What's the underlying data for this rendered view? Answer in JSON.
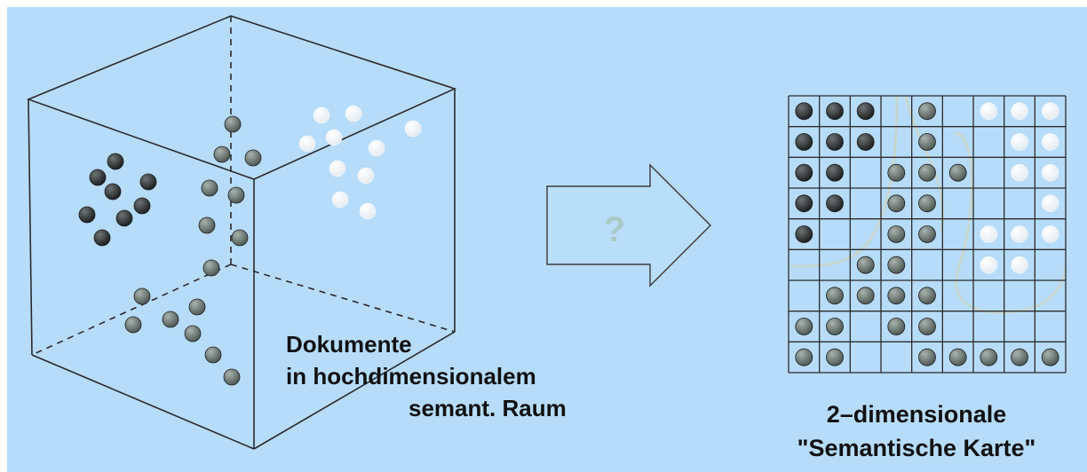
{
  "colors": {
    "background": "#b6dcf9",
    "line": "#2b2b2b",
    "dark_dot": "#2a2d2d",
    "gray_dot": "#6f7a76",
    "white_dot": "#ffffff",
    "arrow_fill": "#b9defa",
    "question_mark": "#a9c9c4"
  },
  "arrow": {
    "symbol": "?"
  },
  "left_caption": {
    "line1": "Dokumente",
    "line2": "in hochdimensionalem",
    "line3": "semant. Raum"
  },
  "right_caption": {
    "line1": "2–dimensionale",
    "line2": "\"Semantische Karte\""
  },
  "map_grid": {
    "columns": 9,
    "rows": 9,
    "cells": [
      "DDD.G.WWW",
      "DDD.G..WW",
      "DD.GGG.WW",
      "DD.GG...W",
      "D..GG.WWW",
      "..GG..WW.",
      ".GGGG....",
      "GG.GG....",
      "GG..GGGGG"
    ]
  }
}
